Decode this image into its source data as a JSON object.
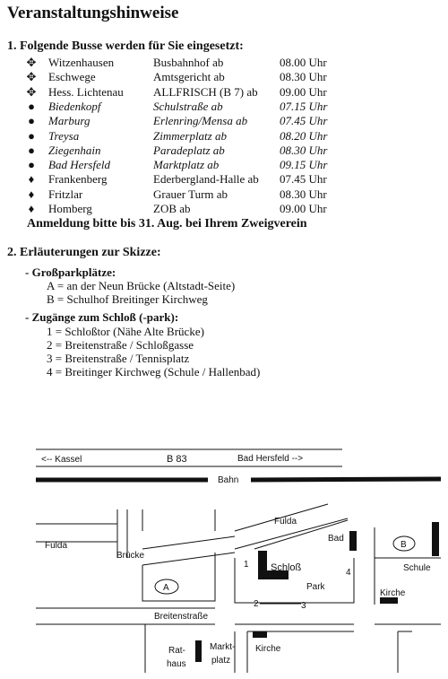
{
  "title": "Veranstaltungshinweise",
  "section1": {
    "heading": "1. Folgende Busse werden für Sie eingesetzt:",
    "buses": [
      {
        "marker": "✥",
        "city": "Witzenhausen",
        "stop": "Busbahnhof ab",
        "time": "08.00 Uhr",
        "italic": false
      },
      {
        "marker": "✥",
        "city": "Eschwege",
        "stop": "Amtsgericht ab",
        "time": "08.30 Uhr",
        "italic": false
      },
      {
        "marker": "✥",
        "city": "Hess. Lichtenau",
        "stop": "ALLFRISCH (B 7) ab",
        "time": "09.00 Uhr",
        "italic": false
      },
      {
        "marker": "●",
        "city": "Biedenkopf",
        "stop": "Schulstraße ab",
        "time": "07.15 Uhr",
        "italic": true
      },
      {
        "marker": "●",
        "city": "Marburg",
        "stop": "Erlenring/Mensa ab",
        "time": "07.45 Uhr",
        "italic": true
      },
      {
        "marker": "●",
        "city": "Treysa",
        "stop": "Zimmerplatz ab",
        "time": "08.20 Uhr",
        "italic": true
      },
      {
        "marker": "●",
        "city": "Ziegenhain",
        "stop": "Paradeplatz ab",
        "time": "08.30 Uhr",
        "italic": true
      },
      {
        "marker": "●",
        "city": "Bad Hersfeld",
        "stop": "Marktplatz ab",
        "time": "09.15 Uhr",
        "italic": true
      },
      {
        "marker": "♦",
        "city": "Frankenberg",
        "stop": "Ederbergland-Halle ab",
        "time": "07.45 Uhr",
        "italic": false
      },
      {
        "marker": "♦",
        "city": "Fritzlar",
        "stop": "Grauer Turm ab",
        "time": "08.30 Uhr",
        "italic": false
      },
      {
        "marker": "♦",
        "city": "Homberg",
        "stop": "ZOB ab",
        "time": "09.00 Uhr",
        "italic": false
      }
    ],
    "registration_note": "Anmeldung bitte bis 31. Aug. bei Ihrem Zweigverein"
  },
  "section2": {
    "heading": "2. Erläuterungen zur Skizze:",
    "parking_heading": "- Großparkplätze:",
    "parking": [
      "A = an der Neun Brücke (Altstadt-Seite)",
      "B = Schulhof Breitinger Kirchweg"
    ],
    "access_heading": "- Zugänge zum Schloß (-park):",
    "access": [
      "1 = Schloßtor (Nähe Alte Brücke)",
      "2 = Breitenstraße / Schloßgasse",
      "3 = Breitenstraße / Tennisplatz",
      "4 = Breitinger Kirchweg (Schule / Hallenbad)"
    ]
  },
  "map": {
    "kassel": "<-- Kassel",
    "b83": "B 83",
    "bad_hersfeld": "Bad Hersfeld -->",
    "bahn": "Bahn",
    "fulda_left": "Fulda",
    "fulda_right": "Fulda",
    "bruecke": "Brücke",
    "bad": "Bad",
    "parking_b": "B",
    "schule": "Schule",
    "access_1": "1",
    "schloss": "Schloß",
    "access_4": "4",
    "parking_a": "A",
    "park": "Park",
    "kirche_right": "Kirche",
    "access_2": "2",
    "access_3": "3",
    "breitenstrasse": "Breitenstraße",
    "rathaus_1": "Rat-",
    "rathaus_2": "haus",
    "marktplatz_1": "Markt-",
    "marktplatz_2": "platz",
    "kirche_bottom": "Kirche"
  }
}
